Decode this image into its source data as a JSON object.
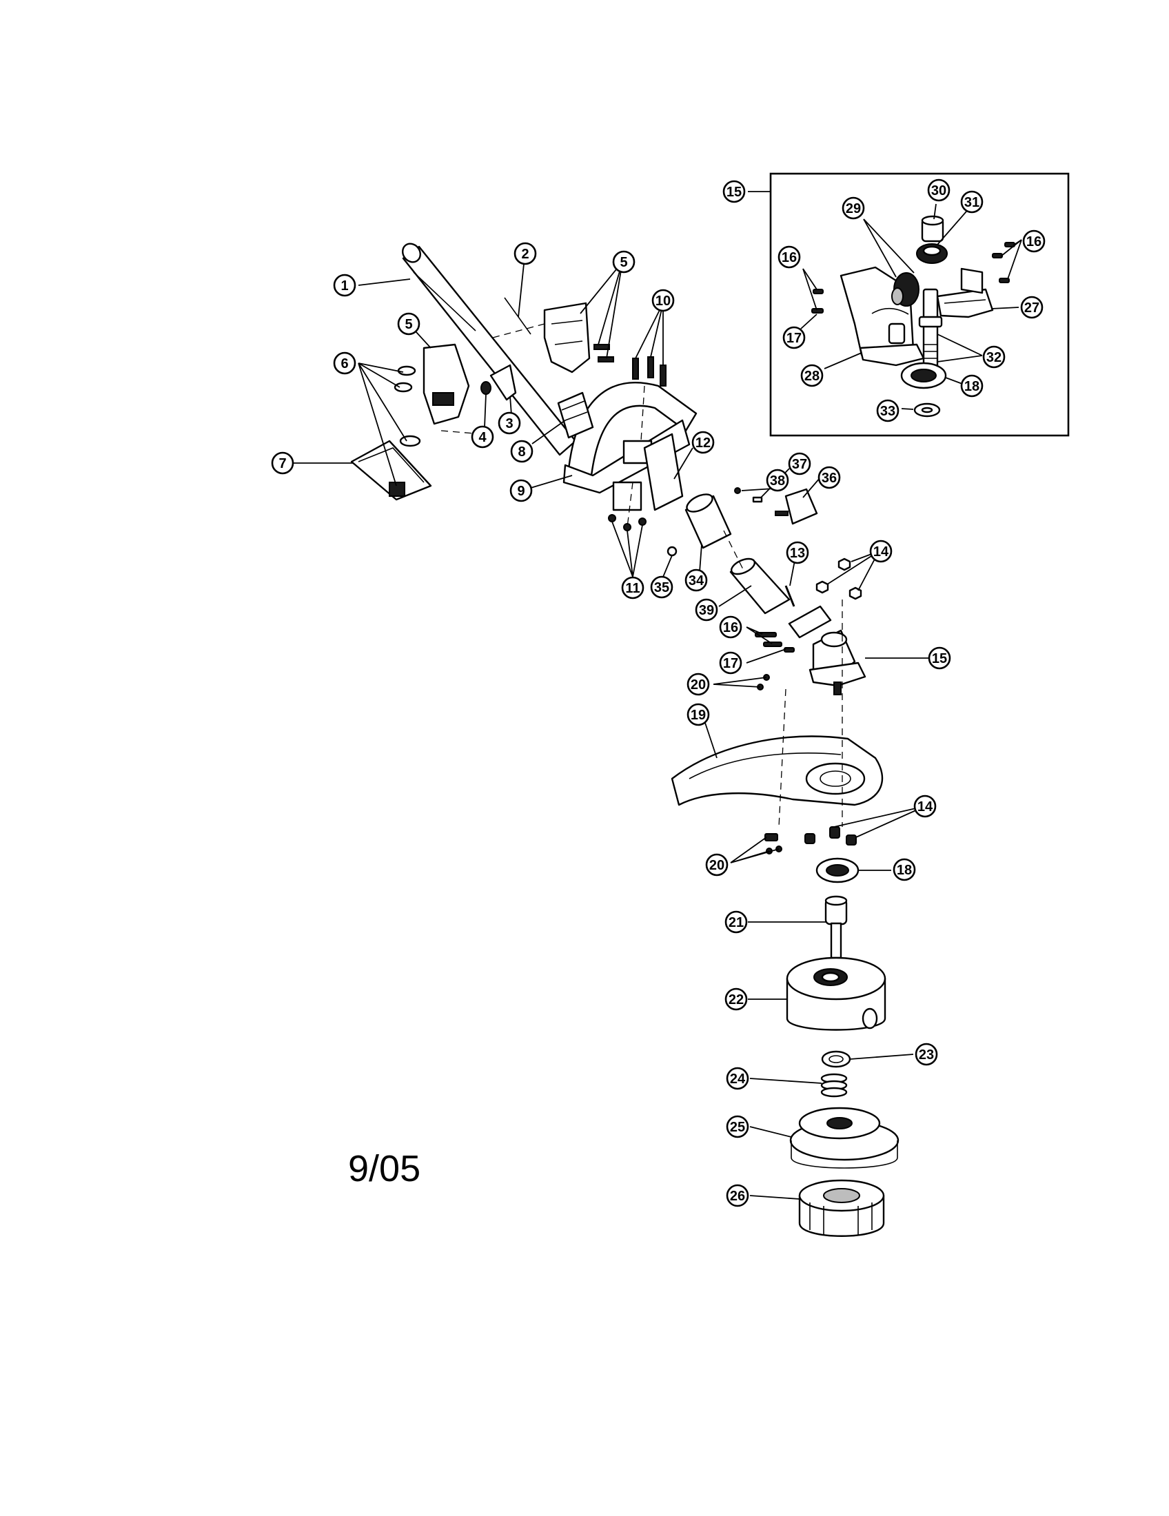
{
  "date_code": "9/05",
  "inset_callouts": [
    "15",
    "16",
    "17",
    "18",
    "27",
    "28",
    "29",
    "30",
    "31",
    "32",
    "33"
  ],
  "callouts": [
    {
      "id": "c1",
      "label": "1"
    },
    {
      "id": "c2",
      "label": "2"
    },
    {
      "id": "c3",
      "label": "3"
    },
    {
      "id": "c4",
      "label": "4"
    },
    {
      "id": "c5a",
      "label": "5"
    },
    {
      "id": "c5b",
      "label": "5"
    },
    {
      "id": "c6",
      "label": "6"
    },
    {
      "id": "c7",
      "label": "7"
    },
    {
      "id": "c8",
      "label": "8"
    },
    {
      "id": "c9",
      "label": "9"
    },
    {
      "id": "c10",
      "label": "10"
    },
    {
      "id": "c11",
      "label": "11"
    },
    {
      "id": "c12",
      "label": "12"
    },
    {
      "id": "c13",
      "label": "13"
    },
    {
      "id": "c14a",
      "label": "14"
    },
    {
      "id": "c14b",
      "label": "14"
    },
    {
      "id": "c15a",
      "label": "15"
    },
    {
      "id": "c15b",
      "label": "15"
    },
    {
      "id": "c16a",
      "label": "16"
    },
    {
      "id": "c16b",
      "label": "16"
    },
    {
      "id": "c16c",
      "label": "16"
    },
    {
      "id": "c17a",
      "label": "17"
    },
    {
      "id": "c17b",
      "label": "17"
    },
    {
      "id": "c18a",
      "label": "18"
    },
    {
      "id": "c18b",
      "label": "18"
    },
    {
      "id": "c19",
      "label": "19"
    },
    {
      "id": "c20a",
      "label": "20"
    },
    {
      "id": "c20b",
      "label": "20"
    },
    {
      "id": "c21",
      "label": "21"
    },
    {
      "id": "c22",
      "label": "22"
    },
    {
      "id": "c23",
      "label": "23"
    },
    {
      "id": "c24",
      "label": "24"
    },
    {
      "id": "c25",
      "label": "25"
    },
    {
      "id": "c26",
      "label": "26"
    },
    {
      "id": "c27",
      "label": "27"
    },
    {
      "id": "c28",
      "label": "28"
    },
    {
      "id": "c29",
      "label": "29"
    },
    {
      "id": "c30",
      "label": "30"
    },
    {
      "id": "c31",
      "label": "31"
    },
    {
      "id": "c32",
      "label": "32"
    },
    {
      "id": "c33",
      "label": "33"
    },
    {
      "id": "c34",
      "label": "34"
    },
    {
      "id": "c35",
      "label": "35"
    },
    {
      "id": "c36",
      "label": "36"
    },
    {
      "id": "c37",
      "label": "37"
    },
    {
      "id": "c38",
      "label": "38"
    },
    {
      "id": "c39",
      "label": "39"
    }
  ]
}
